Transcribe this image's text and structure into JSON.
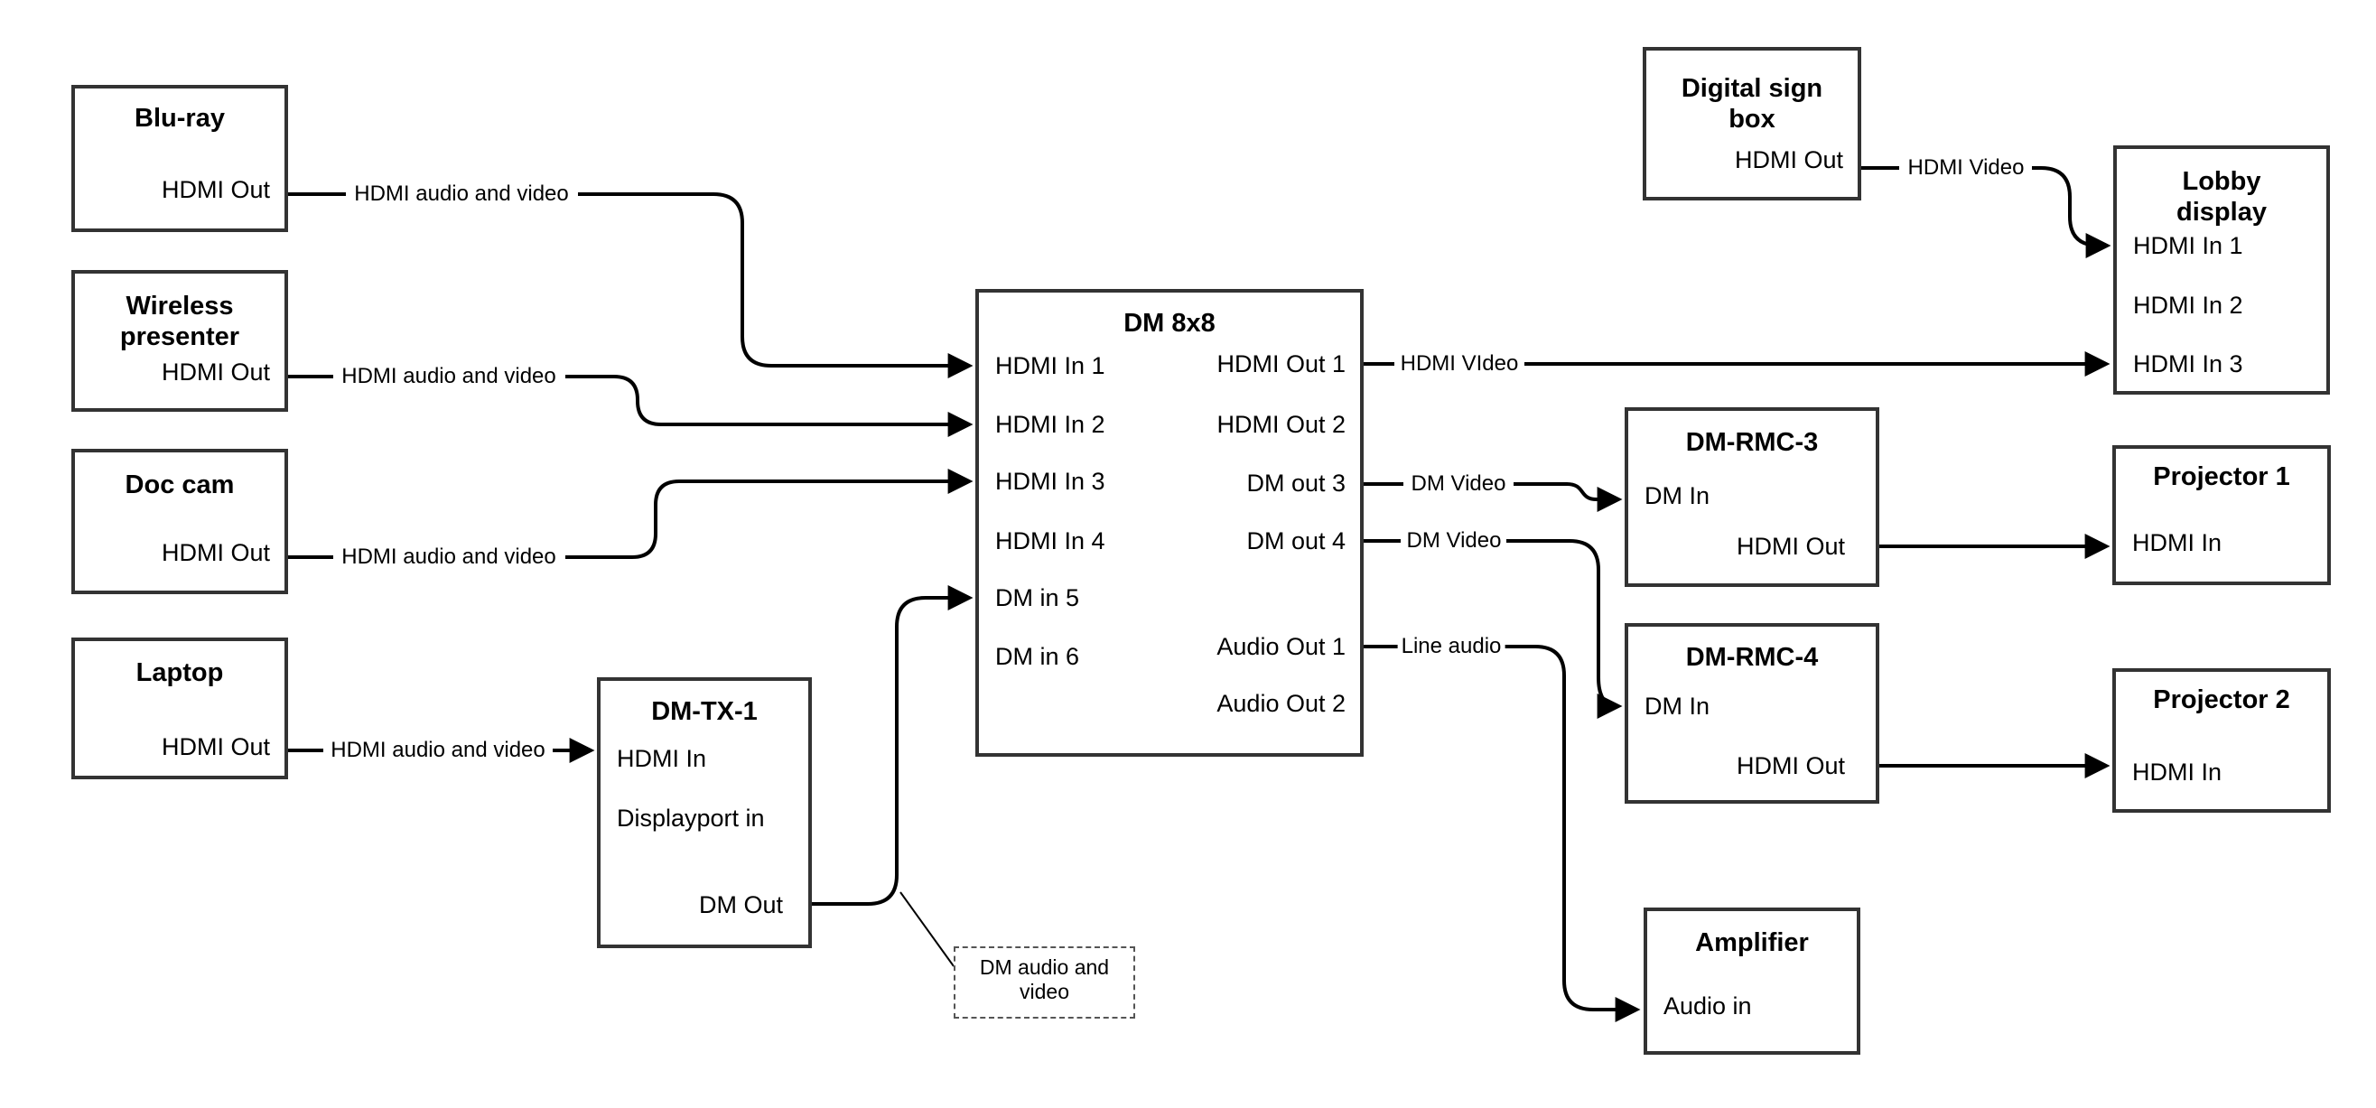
{
  "colors": {
    "wire": "#000000",
    "box_border": "#333333",
    "background": "#ffffff",
    "text": "#000000"
  },
  "nodes": {
    "bluray": {
      "title": "Blu-ray",
      "ports": {
        "hdmi_out": "HDMI Out"
      }
    },
    "wireless_presenter": {
      "title": "Wireless\npresenter",
      "ports": {
        "hdmi_out": "HDMI Out"
      }
    },
    "doc_cam": {
      "title": "Doc cam",
      "ports": {
        "hdmi_out": "HDMI Out"
      }
    },
    "laptop": {
      "title": "Laptop",
      "ports": {
        "hdmi_out": "HDMI Out"
      }
    },
    "dm_tx_1": {
      "title": "DM-TX-1",
      "ports": {
        "hdmi_in": "HDMI In",
        "displayport_in": "Displayport in",
        "dm_out": "DM Out"
      }
    },
    "dm_8x8": {
      "title": "DM 8x8",
      "inputs": [
        "HDMI In 1",
        "HDMI In 2",
        "HDMI In 3",
        "HDMI In 4",
        "DM in 5",
        "DM in 6"
      ],
      "outputs": [
        "HDMI Out 1",
        "HDMI Out 2",
        "DM out 3",
        "DM out 4",
        "Audio Out 1",
        "Audio Out 2"
      ]
    },
    "digital_sign_box": {
      "title": "Digital sign\nbox",
      "ports": {
        "hdmi_out": "HDMI Out"
      }
    },
    "lobby_display": {
      "title": "Lobby\ndisplay",
      "inputs": [
        "HDMI In 1",
        "HDMI In 2",
        "HDMI In 3"
      ]
    },
    "dm_rmc_3": {
      "title": "DM-RMC-3",
      "ports": {
        "dm_in": "DM In",
        "hdmi_out": "HDMI Out"
      }
    },
    "projector_1": {
      "title": "Projector 1",
      "ports": {
        "hdmi_in": "HDMI In"
      }
    },
    "dm_rmc_4": {
      "title": "DM-RMC-4",
      "ports": {
        "dm_in": "DM In",
        "hdmi_out": "HDMI Out"
      }
    },
    "projector_2": {
      "title": "Projector 2",
      "ports": {
        "hdmi_in": "HDMI In"
      }
    },
    "amplifier": {
      "title": "Amplifier",
      "ports": {
        "audio_in": "Audio in"
      }
    }
  },
  "wire_labels": {
    "bluray_to_dm8x8": "HDMI audio and video",
    "wireless_to_dm8x8": "HDMI audio and video",
    "doccam_to_dm8x8": "HDMI audio and video",
    "laptop_to_dmtx1": "HDMI audio and video",
    "hdmiout1_to_lobby": "HDMI VIdeo",
    "dmout3_to_rmc3": "DM Video",
    "dmout4_to_rmc4": "DM Video",
    "audioout1_to_amp": "Line audio",
    "digitalsign_to_lobby": "HDMI Video"
  },
  "note": {
    "text": "DM audio and\nvideo"
  }
}
